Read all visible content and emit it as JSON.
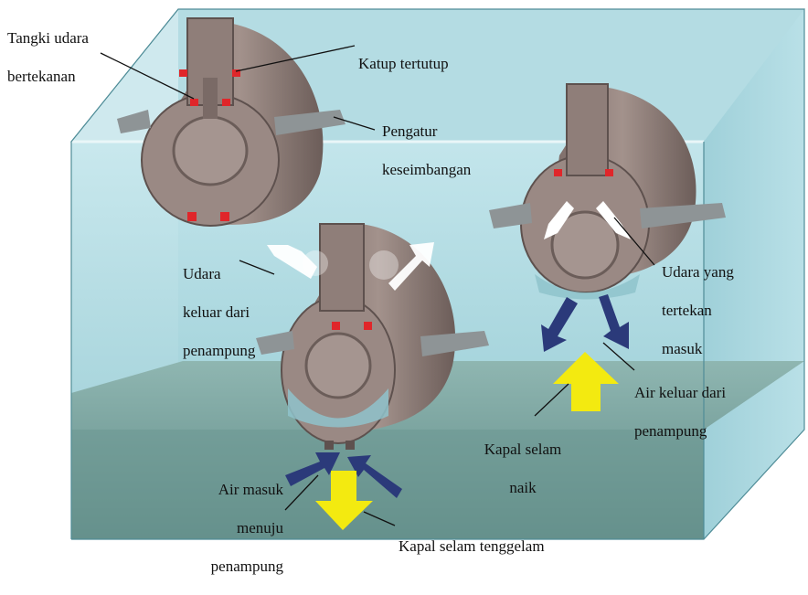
{
  "figure": {
    "labels": {
      "tank_line1": "Tangki udara",
      "tank_line2": "bertekanan",
      "valve_closed": "Katup tertutup",
      "balance_line1": "Pengatur",
      "balance_line2": "keseimbangan",
      "air_out_line1": "Udara",
      "air_out_line2": "keluar dari",
      "air_out_line3": "penampung",
      "air_in_line1": "Udara yang",
      "air_in_line2": "tertekan",
      "air_in_line3": "masuk",
      "water_out_line1": "Air keluar dari",
      "water_out_line2": "penampung",
      "rise_line1": "Kapal selam",
      "rise_line2": "naik",
      "water_in_line1": "Air masuk",
      "water_in_line2": "menuju",
      "water_in_line3": "penampung",
      "sink": "Kapal selam tenggelam"
    },
    "colors": {
      "water": "#a9d6de",
      "water_deep": "#7fbcc6",
      "seabed": "#6f9b98",
      "hull": "#8f7e79",
      "hull_dark": "#5e514e",
      "valve": "#e0262a",
      "arrow_water": "#2b3a7a",
      "arrow_move": "#f3ea10",
      "arrow_air": "#ffffff"
    }
  }
}
